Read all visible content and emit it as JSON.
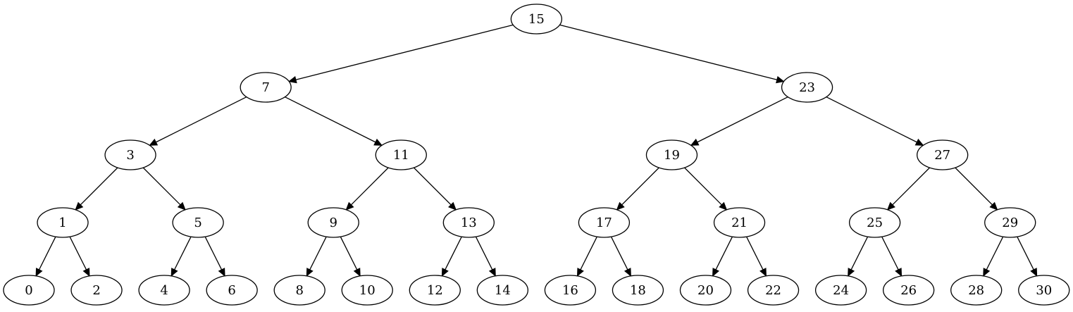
{
  "graph": {
    "type": "binary-tree",
    "node_fill": "#ffffff",
    "stroke_color": "#000000",
    "text_color": "#000000",
    "nodes": [
      {
        "id": "15",
        "label": "15",
        "level": 0
      },
      {
        "id": "7",
        "label": "7",
        "level": 1
      },
      {
        "id": "23",
        "label": "23",
        "level": 1
      },
      {
        "id": "3",
        "label": "3",
        "level": 2
      },
      {
        "id": "11",
        "label": "11",
        "level": 2
      },
      {
        "id": "19",
        "label": "19",
        "level": 2
      },
      {
        "id": "27",
        "label": "27",
        "level": 2
      },
      {
        "id": "1",
        "label": "1",
        "level": 3
      },
      {
        "id": "5",
        "label": "5",
        "level": 3
      },
      {
        "id": "9",
        "label": "9",
        "level": 3
      },
      {
        "id": "13",
        "label": "13",
        "level": 3
      },
      {
        "id": "17",
        "label": "17",
        "level": 3
      },
      {
        "id": "21",
        "label": "21",
        "level": 3
      },
      {
        "id": "25",
        "label": "25",
        "level": 3
      },
      {
        "id": "29",
        "label": "29",
        "level": 3
      },
      {
        "id": "0",
        "label": "0",
        "level": 4
      },
      {
        "id": "2",
        "label": "2",
        "level": 4
      },
      {
        "id": "4",
        "label": "4",
        "level": 4
      },
      {
        "id": "6",
        "label": "6",
        "level": 4
      },
      {
        "id": "8",
        "label": "8",
        "level": 4
      },
      {
        "id": "10",
        "label": "10",
        "level": 4
      },
      {
        "id": "12",
        "label": "12",
        "level": 4
      },
      {
        "id": "14",
        "label": "14",
        "level": 4
      },
      {
        "id": "16",
        "label": "16",
        "level": 4
      },
      {
        "id": "18",
        "label": "18",
        "level": 4
      },
      {
        "id": "20",
        "label": "20",
        "level": 4
      },
      {
        "id": "22",
        "label": "22",
        "level": 4
      },
      {
        "id": "24",
        "label": "24",
        "level": 4
      },
      {
        "id": "26",
        "label": "26",
        "level": 4
      },
      {
        "id": "28",
        "label": "28",
        "level": 4
      },
      {
        "id": "30",
        "label": "30",
        "level": 4
      }
    ],
    "edges": [
      {
        "from": "15",
        "to": "7"
      },
      {
        "from": "15",
        "to": "23"
      },
      {
        "from": "7",
        "to": "3"
      },
      {
        "from": "7",
        "to": "11"
      },
      {
        "from": "23",
        "to": "19"
      },
      {
        "from": "23",
        "to": "27"
      },
      {
        "from": "3",
        "to": "1"
      },
      {
        "from": "3",
        "to": "5"
      },
      {
        "from": "11",
        "to": "9"
      },
      {
        "from": "11",
        "to": "13"
      },
      {
        "from": "19",
        "to": "17"
      },
      {
        "from": "19",
        "to": "21"
      },
      {
        "from": "27",
        "to": "25"
      },
      {
        "from": "27",
        "to": "29"
      },
      {
        "from": "1",
        "to": "0"
      },
      {
        "from": "1",
        "to": "2"
      },
      {
        "from": "5",
        "to": "4"
      },
      {
        "from": "5",
        "to": "6"
      },
      {
        "from": "9",
        "to": "8"
      },
      {
        "from": "9",
        "to": "10"
      },
      {
        "from": "13",
        "to": "12"
      },
      {
        "from": "13",
        "to": "14"
      },
      {
        "from": "17",
        "to": "16"
      },
      {
        "from": "17",
        "to": "18"
      },
      {
        "from": "21",
        "to": "20"
      },
      {
        "from": "21",
        "to": "22"
      },
      {
        "from": "25",
        "to": "24"
      },
      {
        "from": "25",
        "to": "26"
      },
      {
        "from": "29",
        "to": "28"
      },
      {
        "from": "29",
        "to": "30"
      }
    ]
  }
}
